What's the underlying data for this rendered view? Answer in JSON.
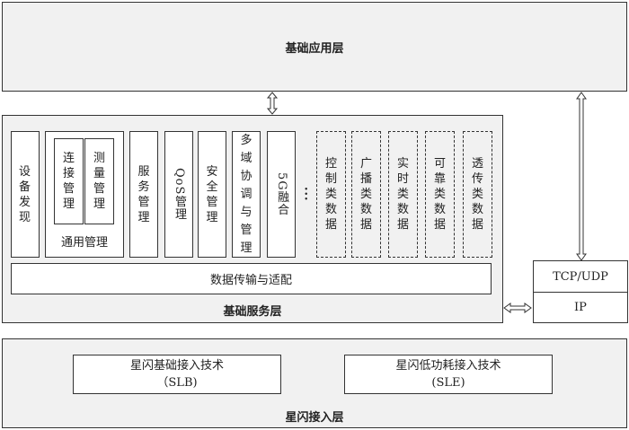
{
  "application_layer": {
    "title": "基础应用层"
  },
  "service_layer": {
    "title": "基础服务层",
    "device_discovery": "设备发现",
    "general_management": {
      "label": "通用管理",
      "items": [
        "连接管理",
        "测量管理"
      ]
    },
    "modules": [
      "服务管理",
      "QoS管理",
      "安全管理",
      "多域协调与管理",
      "5G融合"
    ],
    "ellipsis": "···",
    "data_types": [
      "控制类数据",
      "广播类数据",
      "实时类数据",
      "可靠类数据",
      "透传类数据"
    ],
    "transport": "数据传输与适配"
  },
  "protocol_stack": {
    "tcp_udp": "TCP/UDP",
    "ip": "IP"
  },
  "access_layer": {
    "title": "星闪接入层",
    "slb": {
      "name": "星闪基础接入技术",
      "abbr": "（SLB)"
    },
    "sle": {
      "name": "星闪低功耗接入技术",
      "abbr": "(SLE)"
    }
  }
}
